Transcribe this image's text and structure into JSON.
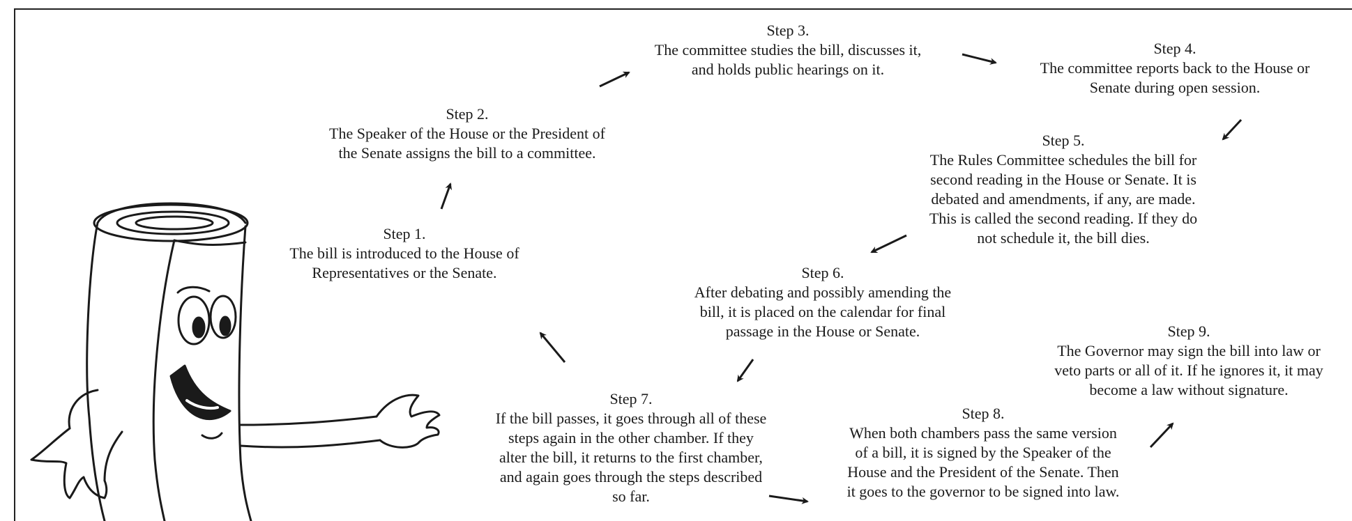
{
  "steps": [
    {
      "title": "Step 1.",
      "lines": [
        "The bill is introduced to the House of",
        "Representatives or the Senate."
      ]
    },
    {
      "title": "Step 2.",
      "lines": [
        "The Speaker of the House or the President of",
        "the Senate assigns the bill to a committee."
      ]
    },
    {
      "title": "Step 3.",
      "lines": [
        "The committee studies the bill, discusses it,",
        "and holds public hearings on it."
      ]
    },
    {
      "title": "Step 4.",
      "lines": [
        "The committee reports back to the House or",
        "Senate during open session."
      ]
    },
    {
      "title": "Step 5.",
      "lines": [
        "The Rules Committee schedules the bill for",
        "second reading in the House or Senate.  It is",
        "debated and amendments, if any, are made.",
        "This is called the second reading.  If they do",
        "not schedule it, the bill dies."
      ]
    },
    {
      "title": "Step 6.",
      "lines": [
        "After debating and possibly amending the",
        "bill, it is placed on the calendar for final",
        "passage in the House or Senate."
      ]
    },
    {
      "title": "Step 7.",
      "lines": [
        "If the bill passes, it goes through all of these",
        "steps again in the other chamber.  If they",
        "alter the bill, it returns to the first chamber,",
        "and again goes through the steps described",
        "so far."
      ]
    },
    {
      "title": "Step 8.",
      "lines": [
        "When both chambers pass the same version",
        "of a bill, it is signed by the Speaker of the",
        "House and the President of the Senate.  Then",
        "it goes to the governor to be signed into law."
      ]
    },
    {
      "title": "Step 9.",
      "lines": [
        "The Governor may sign the bill into law or",
        "veto parts or all of it.  If he ignores it, it may",
        "become a law without signature."
      ]
    }
  ]
}
